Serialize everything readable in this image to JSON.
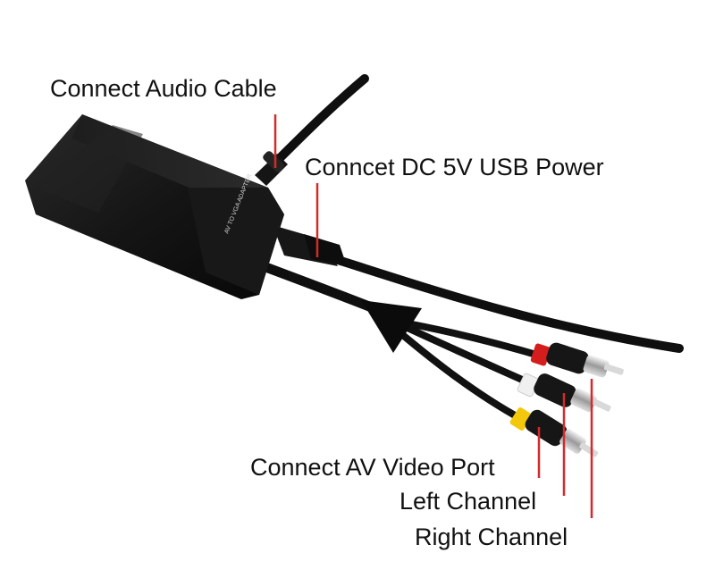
{
  "labels": {
    "audio": "Connect Audio Cable",
    "power": "Conncet DC 5V USB Power",
    "video": "Connect AV Video Port",
    "left": "Left Channel",
    "right": "Right Channel"
  },
  "device": {
    "print": "AV TO VGA ADAPTER"
  },
  "colors": {
    "pointer": "#d42a2a",
    "jack_red": "#d41e1e",
    "jack_white": "#f0f0f0",
    "jack_yellow": "#f2c70c",
    "body": "#141414",
    "cable": "#0f0f0f"
  }
}
